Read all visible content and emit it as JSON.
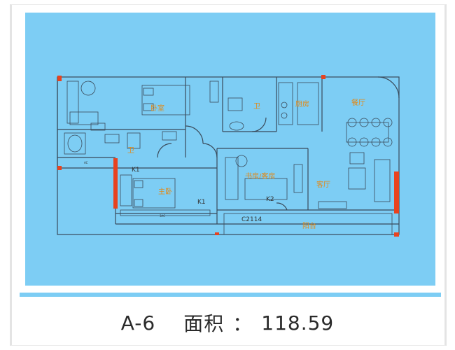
{
  "unit": {
    "code": "A-6",
    "area_label": "面积",
    "colon": "：",
    "area_value": "118.59"
  },
  "rooms": {
    "bedroom_second": "卧室",
    "bath_upper": "卫",
    "kitchen": "厨房",
    "dining": "餐厅",
    "bath_lower": "卫",
    "master_bedroom": "主卧",
    "multi_room": "书房/客房",
    "living": "客厅",
    "balcony": "阳台"
  },
  "doors": {
    "k1_upper": "K1",
    "k1_lower": "K1",
    "k2": "K2",
    "c2114": "C2114"
  },
  "fixtures": {
    "ac_upper": "AC",
    "ac_lower": "3AC"
  },
  "colors": {
    "panel": "#7dcdf4",
    "wall": "#3a4a5a",
    "accent_wall": "#e8431f",
    "label": "#e08a1a"
  }
}
